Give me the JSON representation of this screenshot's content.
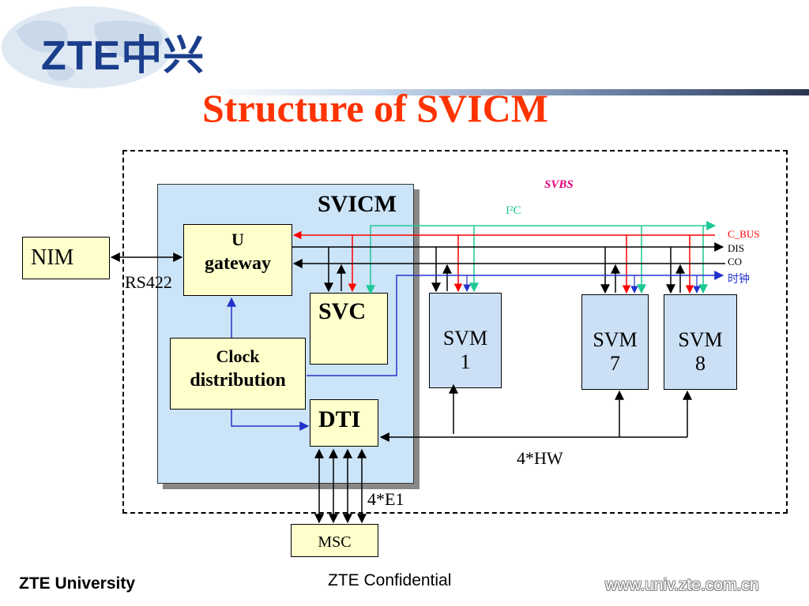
{
  "logo": {
    "text": "ZTE中兴"
  },
  "title": "Structure of SVICM",
  "diagram": {
    "svicm_label": "SVICM",
    "svbs_label": "SVBS",
    "i2c_label": "I²C",
    "bus_labels": {
      "c_bus": "C_BUS",
      "dis": "DIS",
      "co": "CO",
      "clock": "时钟"
    },
    "nim": "NIM",
    "rs422": "RS422",
    "u_gateway_line1": "U",
    "u_gateway_line2": "gateway",
    "svc": "SVC",
    "clock_line1": "Clock",
    "clock_line2": "distribution",
    "dti": "DTI",
    "svm1_line1": "SVM",
    "svm1_line2": "1",
    "svm7_line1": "SVM",
    "svm7_line2": "7",
    "svm8_line1": "SVM",
    "svm8_line2": "8",
    "hw": "4*HW",
    "e1": "4*E1",
    "msc": "MSC"
  },
  "footer": {
    "left": "ZTE University",
    "center": "ZTE Confidential",
    "right": "www.univ.zte.com.cn"
  },
  "colors": {
    "title": "#ff3300",
    "svicm_fill": "#cce4f7",
    "box_fill": "#ffffcc",
    "svm_fill": "#cce0f5",
    "svbs": "#e6007e",
    "i2c": "#1ec896",
    "c_bus": "#ff0000",
    "clock_line": "#2233cc"
  }
}
